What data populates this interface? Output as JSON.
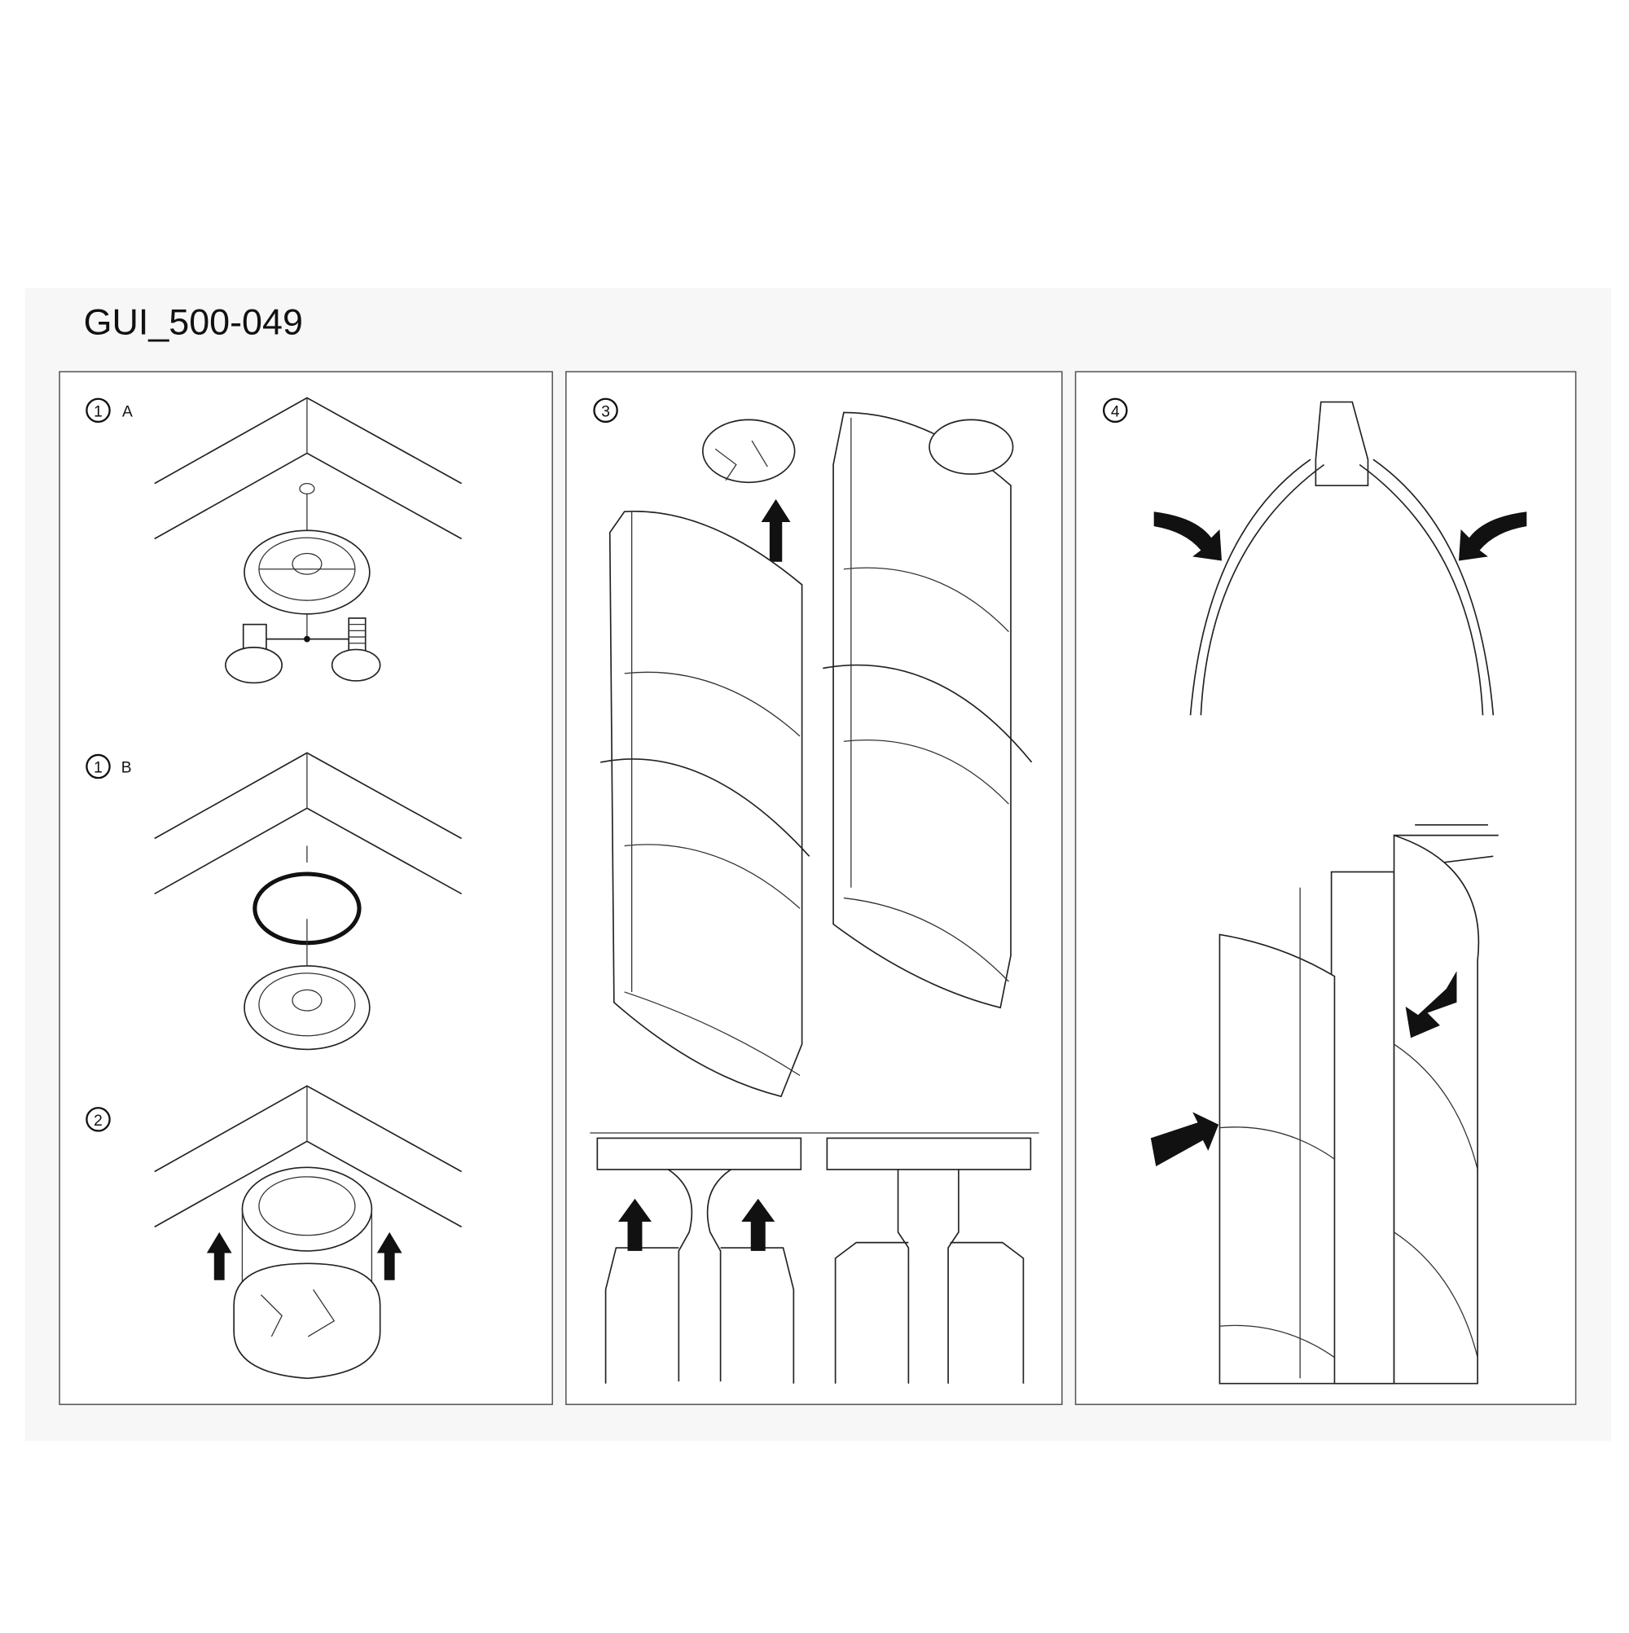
{
  "document": {
    "title": "GUI_500-049",
    "colors": {
      "paper": "#f7f7f7",
      "ink": "#111111",
      "panel_border": "#555555"
    }
  },
  "panels": [
    {
      "steps": [
        {
          "number": "1",
          "letter": "A"
        },
        {
          "number": "1",
          "letter": "B"
        },
        {
          "number": "2",
          "letter": ""
        }
      ]
    },
    {
      "steps": [
        {
          "number": "3",
          "letter": ""
        }
      ]
    },
    {
      "steps": [
        {
          "number": "4",
          "letter": ""
        }
      ]
    }
  ]
}
